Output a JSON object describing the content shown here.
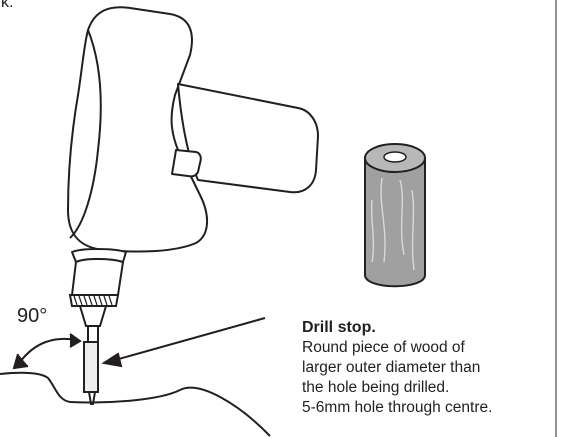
{
  "fragment_text": "k.",
  "angle_label": "90°",
  "drill_stop": {
    "title": "Drill stop.",
    "lines": [
      "Round piece of wood of",
      "larger outer diameter than",
      "the hole being drilled.",
      "5-6mm hole through centre."
    ]
  },
  "colors": {
    "outline": "#231f20",
    "wood": "#a0a0a0",
    "drill_body": "#ffffff",
    "border": "#6d6e71"
  }
}
